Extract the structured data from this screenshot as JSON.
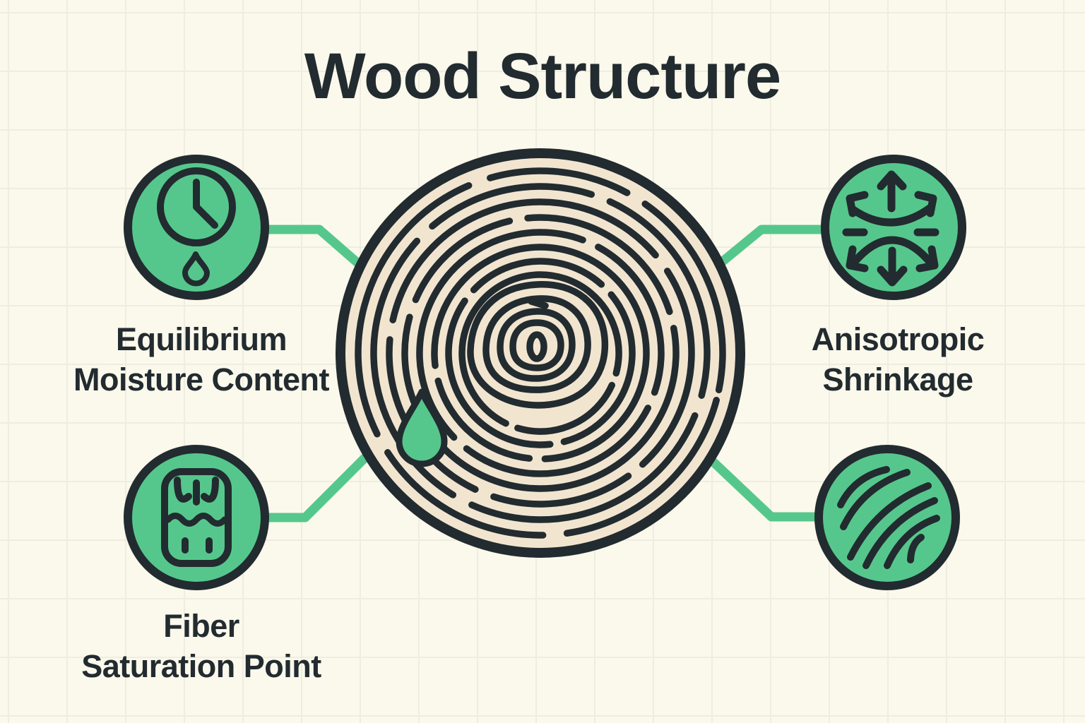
{
  "title": "Wood Structure",
  "colors": {
    "background": "#fbf8ec",
    "grid_line": "#efede1",
    "accent_green": "#56c78c",
    "ink": "#222b2f",
    "wood_fill": "#f2e5d0"
  },
  "center": {
    "icon": "wood-cross-section-rings",
    "overlay_icon": "moisture-droplet"
  },
  "items": [
    {
      "id": "equilibrium-moisture-content",
      "icon": "clock-droplet-icon",
      "label_line1": "Equilibrium",
      "label_line2": "Moisture Content"
    },
    {
      "id": "anisotropic-shrinkage",
      "icon": "anisotropic-arrows-icon",
      "label_line1": "Anisotropic",
      "label_line2": "Shrinkage"
    },
    {
      "id": "fiber-saturation-point",
      "icon": "fiber-saturation-icon",
      "label_line1": "Fiber",
      "label_line2": "Saturation Point"
    },
    {
      "id": "wood-grain",
      "icon": "wood-grain-icon"
    }
  ]
}
